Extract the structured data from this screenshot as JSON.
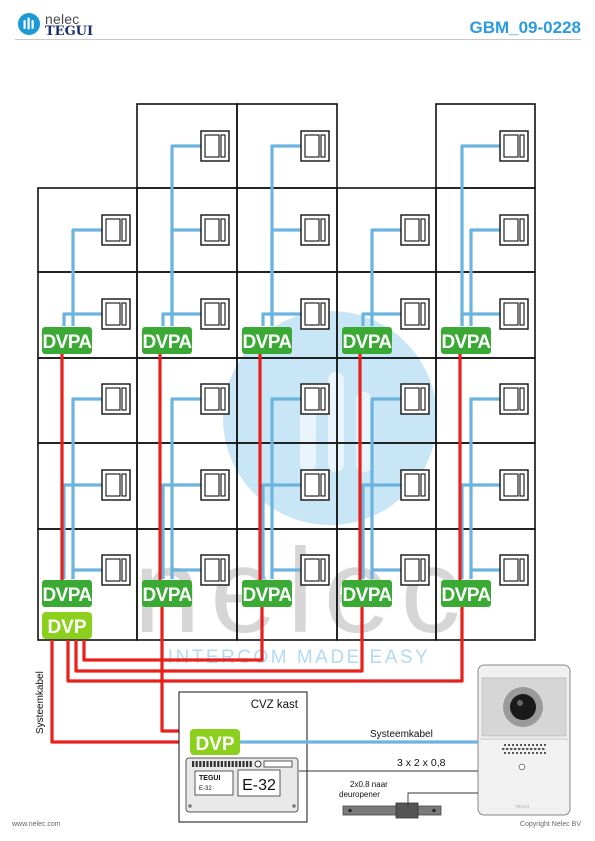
{
  "header": {
    "brand_top": "nelec",
    "brand_bottom": "TEGUI",
    "doc_code": "GBM_09-0228"
  },
  "diagram": {
    "distributor_label": "DVPA",
    "main_unit_label": "DVP",
    "cabinet_title": "CVZ kast",
    "module_brand": "TEGUI",
    "module_small_code": "E-32",
    "module_code": "E-32",
    "cable_label_bottom": "Systeemkabel",
    "cable_label_left": "Systeemkabel",
    "wire_spec": "3 x 2 x 0,8",
    "opener_label_line1": "2x0.8 naar",
    "opener_label_line2": "deuropener",
    "panel_brand": "TEGUI",
    "watermark_text": "nelec",
    "watermark_tagline": "INTERCOM MADE EASY"
  },
  "colors": {
    "accent": "#2b9be0",
    "indoor_cable": "#6cb4e0",
    "system_cable": "#e8201c",
    "unit_green": "#3aaa35",
    "unit_green_light": "#8ad01c",
    "grid_line": "#111111"
  },
  "footer": {
    "website": "www.nelec.com",
    "copyright": "Copyright Nelec BV"
  }
}
